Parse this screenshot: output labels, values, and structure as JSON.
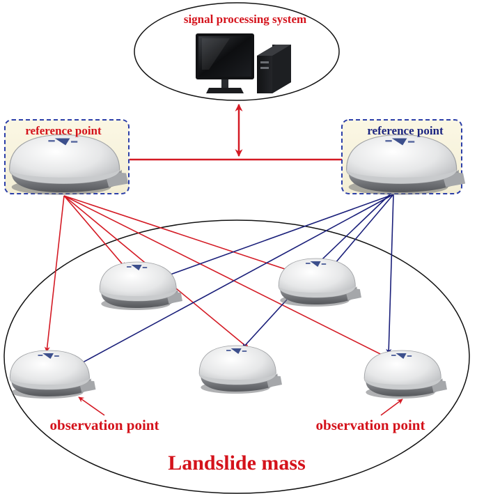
{
  "title": "signal processing system",
  "reference_points": [
    {
      "id": "ref-left",
      "label": "reference point",
      "label_color": "#d4121b"
    },
    {
      "id": "ref-right",
      "label": "reference point",
      "label_color": "#1a2380"
    }
  ],
  "observation_labels": [
    "observation point",
    "observation point"
  ],
  "region_label": "Landslide mass",
  "icons": {
    "computer": "desktop-computer-icon",
    "receiver": "gnss-antenna-receiver-icon"
  },
  "colors": {
    "text_red": "#d4121b",
    "text_blue": "#1a2380",
    "arrow_red": "#d41a24",
    "arrow_blue": "#1a1f7a",
    "dashed_border": "#2b3ea8",
    "ellipse_stroke": "#111111"
  },
  "connections": {
    "ref-left": [
      "obs-1",
      "obs-2",
      "obs-3",
      "obs-4",
      "obs-5"
    ],
    "ref-right": [
      "obs-1",
      "obs-2",
      "obs-3",
      "obs-4",
      "obs-5"
    ]
  }
}
